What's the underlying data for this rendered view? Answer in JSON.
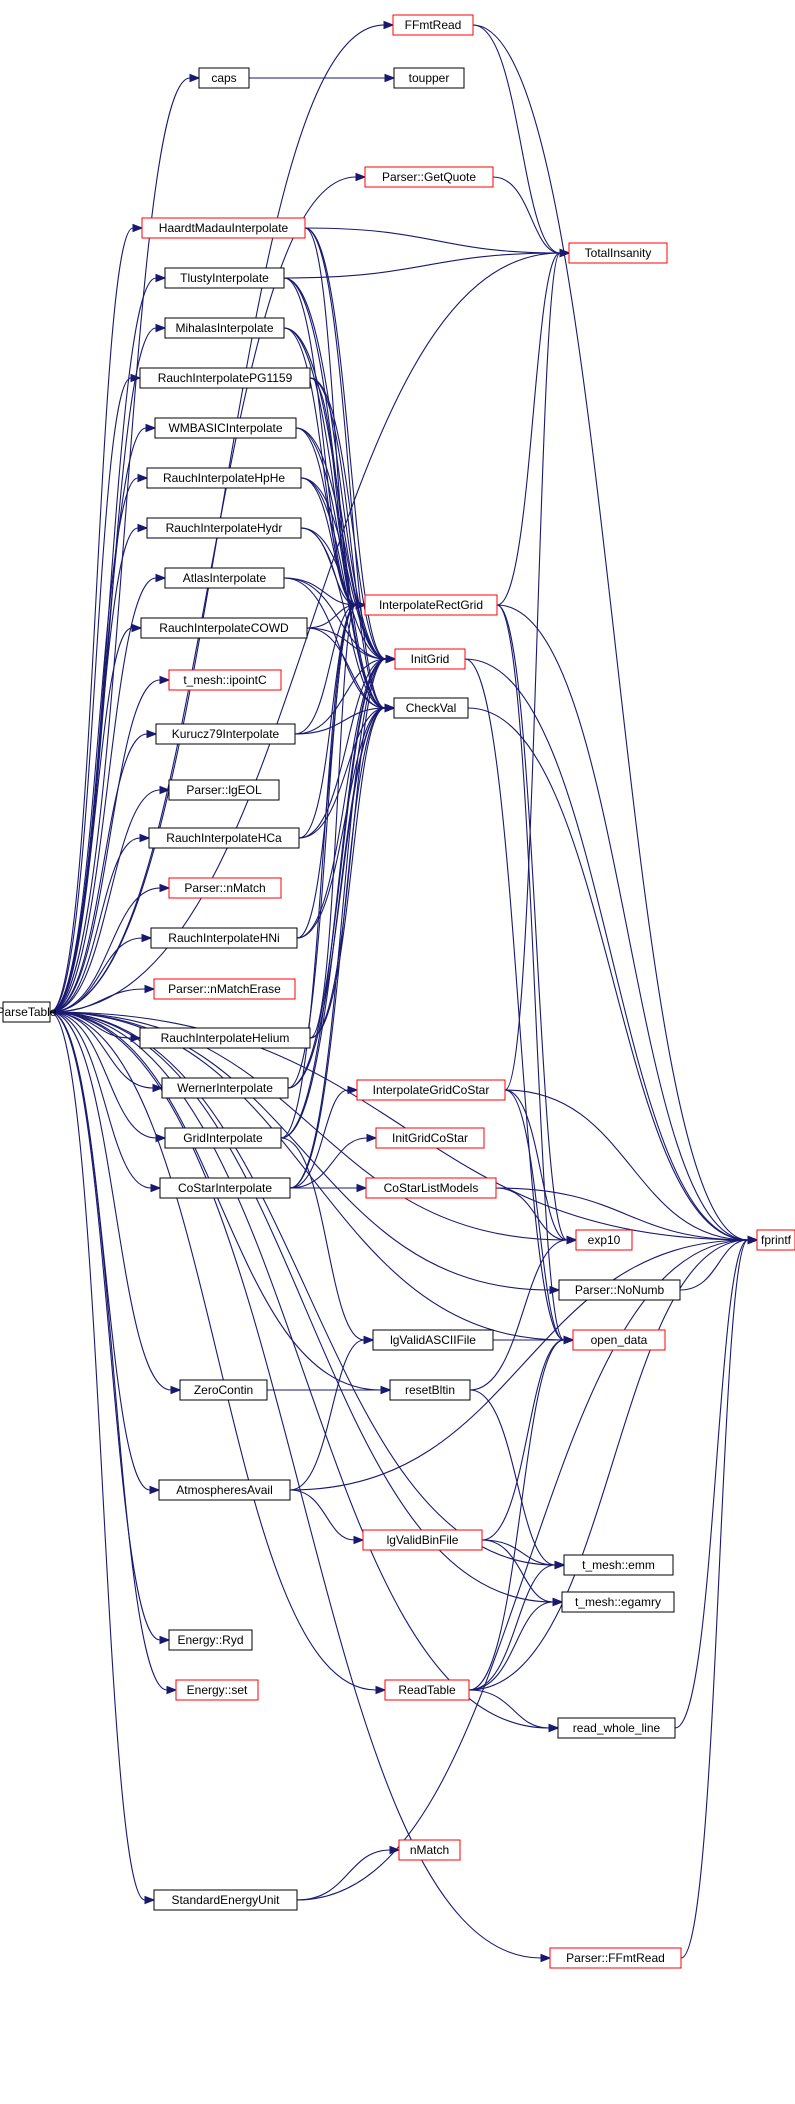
{
  "graph": {
    "colors": {
      "edge": "#191970",
      "node_border": "#000000",
      "node_border_incomplete": "#ff0000",
      "root_fill": "#bfbfbf",
      "node_fill": "#ffffff"
    },
    "nodes": [
      {
        "id": "ParseTable",
        "label": "ParseTable",
        "border": "black",
        "root": true
      },
      {
        "id": "FFmtRead",
        "label": "FFmtRead",
        "border": "red"
      },
      {
        "id": "caps",
        "label": "caps",
        "border": "black"
      },
      {
        "id": "toupper",
        "label": "toupper",
        "border": "black"
      },
      {
        "id": "GetQuote",
        "label": "Parser::GetQuote",
        "border": "red"
      },
      {
        "id": "TotalInsanity",
        "label": "TotalInsanity",
        "border": "red"
      },
      {
        "id": "HaardtMadau",
        "label": "HaardtMadauInterpolate",
        "border": "red"
      },
      {
        "id": "Tlusty",
        "label": "TlustyInterpolate",
        "border": "black"
      },
      {
        "id": "Mihalas",
        "label": "MihalasInterpolate",
        "border": "black"
      },
      {
        "id": "RauchPG1159",
        "label": "RauchInterpolatePG1159",
        "border": "black"
      },
      {
        "id": "WMBASIC",
        "label": "WMBASICInterpolate",
        "border": "black"
      },
      {
        "id": "RauchHpHe",
        "label": "RauchInterpolateHpHe",
        "border": "black"
      },
      {
        "id": "RauchHydr",
        "label": "RauchInterpolateHydr",
        "border": "black"
      },
      {
        "id": "Atlas",
        "label": "AtlasInterpolate",
        "border": "black"
      },
      {
        "id": "InterpRect",
        "label": "InterpolateRectGrid",
        "border": "red"
      },
      {
        "id": "RauchCOWD",
        "label": "RauchInterpolateCOWD",
        "border": "black"
      },
      {
        "id": "InitGrid",
        "label": "InitGrid",
        "border": "red"
      },
      {
        "id": "ipointC",
        "label": "t_mesh::ipointC",
        "border": "red"
      },
      {
        "id": "CheckVal",
        "label": "CheckVal",
        "border": "black"
      },
      {
        "id": "Kurucz79",
        "label": "Kurucz79Interpolate",
        "border": "black"
      },
      {
        "id": "IgEOL",
        "label": "Parser::lgEOL",
        "border": "black"
      },
      {
        "id": "RauchHCa",
        "label": "RauchInterpolateHCa",
        "border": "black"
      },
      {
        "id": "nMatchP",
        "label": "Parser::nMatch",
        "border": "red"
      },
      {
        "id": "RauchHNi",
        "label": "RauchInterpolateHNi",
        "border": "black"
      },
      {
        "id": "nMatchErase",
        "label": "Parser::nMatchErase",
        "border": "red"
      },
      {
        "id": "RauchHelium",
        "label": "RauchInterpolateHelium",
        "border": "black"
      },
      {
        "id": "Werner",
        "label": "WernerInterpolate",
        "border": "black"
      },
      {
        "id": "InterpCoStar",
        "label": "InterpolateGridCoStar",
        "border": "red"
      },
      {
        "id": "GridInterp",
        "label": "GridInterpolate",
        "border": "black"
      },
      {
        "id": "InitGridCoStar",
        "label": "InitGridCoStar",
        "border": "red"
      },
      {
        "id": "CoStarInterp",
        "label": "CoStarInterpolate",
        "border": "black"
      },
      {
        "id": "CoStarList",
        "label": "CoStarListModels",
        "border": "red"
      },
      {
        "id": "fprintf",
        "label": "fprintf",
        "border": "red"
      },
      {
        "id": "exp10",
        "label": "exp10",
        "border": "red"
      },
      {
        "id": "NoNumb",
        "label": "Parser::NoNumb",
        "border": "black"
      },
      {
        "id": "lgValidASCII",
        "label": "lgValidASCIIFile",
        "border": "black"
      },
      {
        "id": "open_data",
        "label": "open_data",
        "border": "red"
      },
      {
        "id": "ZeroContin",
        "label": "ZeroContin",
        "border": "black"
      },
      {
        "id": "resetBltin",
        "label": "resetBltin",
        "border": "black"
      },
      {
        "id": "AtmosAvail",
        "label": "AtmospheresAvail",
        "border": "black"
      },
      {
        "id": "lgValidBin",
        "label": "lgValidBinFile",
        "border": "red"
      },
      {
        "id": "emm",
        "label": "t_mesh::emm",
        "border": "black"
      },
      {
        "id": "egamry",
        "label": "t_mesh::egamry",
        "border": "black"
      },
      {
        "id": "Ryd",
        "label": "Energy::Ryd",
        "border": "black"
      },
      {
        "id": "Eset",
        "label": "Energy::set",
        "border": "red"
      },
      {
        "id": "ReadTable",
        "label": "ReadTable",
        "border": "red"
      },
      {
        "id": "read_whole_line",
        "label": "read_whole_line",
        "border": "black"
      },
      {
        "id": "nMatch",
        "label": "nMatch",
        "border": "red"
      },
      {
        "id": "StdEnergyUnit",
        "label": "StandardEnergyUnit",
        "border": "black"
      },
      {
        "id": "PFFmtRead",
        "label": "Parser::FFmtRead",
        "border": "red"
      }
    ],
    "edges": [
      [
        "ParseTable",
        "FFmtRead"
      ],
      [
        "ParseTable",
        "caps"
      ],
      [
        "ParseTable",
        "GetQuote"
      ],
      [
        "ParseTable",
        "TotalInsanity"
      ],
      [
        "ParseTable",
        "HaardtMadau"
      ],
      [
        "ParseTable",
        "Tlusty"
      ],
      [
        "ParseTable",
        "Mihalas"
      ],
      [
        "ParseTable",
        "RauchPG1159"
      ],
      [
        "ParseTable",
        "WMBASIC"
      ],
      [
        "ParseTable",
        "RauchHpHe"
      ],
      [
        "ParseTable",
        "RauchHydr"
      ],
      [
        "ParseTable",
        "Atlas"
      ],
      [
        "ParseTable",
        "RauchCOWD"
      ],
      [
        "ParseTable",
        "ipointC"
      ],
      [
        "ParseTable",
        "Kurucz79"
      ],
      [
        "ParseTable",
        "IgEOL"
      ],
      [
        "ParseTable",
        "RauchHCa"
      ],
      [
        "ParseTable",
        "nMatchP"
      ],
      [
        "ParseTable",
        "RauchHNi"
      ],
      [
        "ParseTable",
        "nMatchErase"
      ],
      [
        "ParseTable",
        "RauchHelium"
      ],
      [
        "ParseTable",
        "Werner"
      ],
      [
        "ParseTable",
        "GridInterp"
      ],
      [
        "ParseTable",
        "CoStarInterp"
      ],
      [
        "ParseTable",
        "exp10"
      ],
      [
        "ParseTable",
        "NoNumb"
      ],
      [
        "ParseTable",
        "resetBltin"
      ],
      [
        "ParseTable",
        "ZeroContin"
      ],
      [
        "ParseTable",
        "open_data"
      ],
      [
        "ParseTable",
        "AtmosAvail"
      ],
      [
        "ParseTable",
        "emm"
      ],
      [
        "ParseTable",
        "egamry"
      ],
      [
        "ParseTable",
        "Ryd"
      ],
      [
        "ParseTable",
        "Eset"
      ],
      [
        "ParseTable",
        "ReadTable"
      ],
      [
        "ParseTable",
        "read_whole_line"
      ],
      [
        "ParseTable",
        "StdEnergyUnit"
      ],
      [
        "ParseTable",
        "PFFmtRead"
      ],
      [
        "ParseTable",
        "fprintf"
      ],
      [
        "FFmtRead",
        "TotalInsanity"
      ],
      [
        "FFmtRead",
        "fprintf"
      ],
      [
        "caps",
        "toupper"
      ],
      [
        "GetQuote",
        "TotalInsanity"
      ],
      [
        "HaardtMadau",
        "TotalInsanity"
      ],
      [
        "HaardtMadau",
        "InterpRect"
      ],
      [
        "HaardtMadau",
        "InitGrid"
      ],
      [
        "HaardtMadau",
        "CheckVal"
      ],
      [
        "Tlusty",
        "TotalInsanity"
      ],
      [
        "Tlusty",
        "InterpRect"
      ],
      [
        "Tlusty",
        "InitGrid"
      ],
      [
        "Tlusty",
        "CheckVal"
      ],
      [
        "Mihalas",
        "InterpRect"
      ],
      [
        "Mihalas",
        "InitGrid"
      ],
      [
        "Mihalas",
        "CheckVal"
      ],
      [
        "RauchPG1159",
        "InterpRect"
      ],
      [
        "RauchPG1159",
        "InitGrid"
      ],
      [
        "RauchPG1159",
        "CheckVal"
      ],
      [
        "WMBASIC",
        "InterpRect"
      ],
      [
        "WMBASIC",
        "InitGrid"
      ],
      [
        "WMBASIC",
        "CheckVal"
      ],
      [
        "RauchHpHe",
        "InterpRect"
      ],
      [
        "RauchHpHe",
        "InitGrid"
      ],
      [
        "RauchHpHe",
        "CheckVal"
      ],
      [
        "RauchHydr",
        "InterpRect"
      ],
      [
        "RauchHydr",
        "InitGrid"
      ],
      [
        "RauchHydr",
        "CheckVal"
      ],
      [
        "Atlas",
        "InterpRect"
      ],
      [
        "Atlas",
        "InitGrid"
      ],
      [
        "Atlas",
        "CheckVal"
      ],
      [
        "RauchCOWD",
        "InterpRect"
      ],
      [
        "RauchCOWD",
        "InitGrid"
      ],
      [
        "RauchCOWD",
        "CheckVal"
      ],
      [
        "Kurucz79",
        "InterpRect"
      ],
      [
        "Kurucz79",
        "InitGrid"
      ],
      [
        "Kurucz79",
        "CheckVal"
      ],
      [
        "RauchHCa",
        "InterpRect"
      ],
      [
        "RauchHCa",
        "InitGrid"
      ],
      [
        "RauchHCa",
        "CheckVal"
      ],
      [
        "RauchHNi",
        "InterpRect"
      ],
      [
        "RauchHNi",
        "InitGrid"
      ],
      [
        "RauchHNi",
        "CheckVal"
      ],
      [
        "RauchHelium",
        "InterpRect"
      ],
      [
        "RauchHelium",
        "InitGrid"
      ],
      [
        "RauchHelium",
        "CheckVal"
      ],
      [
        "Werner",
        "InterpRect"
      ],
      [
        "Werner",
        "InitGrid"
      ],
      [
        "Werner",
        "CheckVal"
      ],
      [
        "GridInterp",
        "InterpRect"
      ],
      [
        "GridInterp",
        "InitGrid"
      ],
      [
        "GridInterp",
        "CheckVal"
      ],
      [
        "GridInterp",
        "lgValidASCII"
      ],
      [
        "CoStarInterp",
        "InterpCoStar"
      ],
      [
        "CoStarInterp",
        "InitGridCoStar"
      ],
      [
        "CoStarInterp",
        "CoStarList"
      ],
      [
        "CoStarInterp",
        "CheckVal"
      ],
      [
        "CoStarInterp",
        "InitGrid"
      ],
      [
        "InterpRect",
        "TotalInsanity"
      ],
      [
        "InterpRect",
        "exp10"
      ],
      [
        "InterpRect",
        "open_data"
      ],
      [
        "InterpRect",
        "fprintf"
      ],
      [
        "InitGrid",
        "open_data"
      ],
      [
        "InitGrid",
        "fprintf"
      ],
      [
        "CheckVal",
        "fprintf"
      ],
      [
        "InterpCoStar",
        "TotalInsanity"
      ],
      [
        "InterpCoStar",
        "exp10"
      ],
      [
        "InterpCoStar",
        "open_data"
      ],
      [
        "InterpCoStar",
        "fprintf"
      ],
      [
        "CoStarList",
        "exp10"
      ],
      [
        "CoStarList",
        "fprintf"
      ],
      [
        "NoNumb",
        "fprintf"
      ],
      [
        "lgValidASCII",
        "open_data"
      ],
      [
        "ZeroContin",
        "resetBltin"
      ],
      [
        "resetBltin",
        "exp10"
      ],
      [
        "resetBltin",
        "emm"
      ],
      [
        "AtmosAvail",
        "lgValidASCII"
      ],
      [
        "AtmosAvail",
        "lgValidBin"
      ],
      [
        "AtmosAvail",
        "fprintf"
      ],
      [
        "lgValidBin",
        "open_data"
      ],
      [
        "lgValidBin",
        "emm"
      ],
      [
        "lgValidBin",
        "egamry"
      ],
      [
        "ReadTable",
        "open_data"
      ],
      [
        "ReadTable",
        "emm"
      ],
      [
        "ReadTable",
        "egamry"
      ],
      [
        "ReadTable",
        "read_whole_line"
      ],
      [
        "ReadTable",
        "fprintf"
      ],
      [
        "read_whole_line",
        "fprintf"
      ],
      [
        "StdEnergyUnit",
        "nMatch"
      ],
      [
        "StdEnergyUnit",
        "fprintf"
      ],
      [
        "PFFmtRead",
        "fprintf"
      ]
    ]
  }
}
